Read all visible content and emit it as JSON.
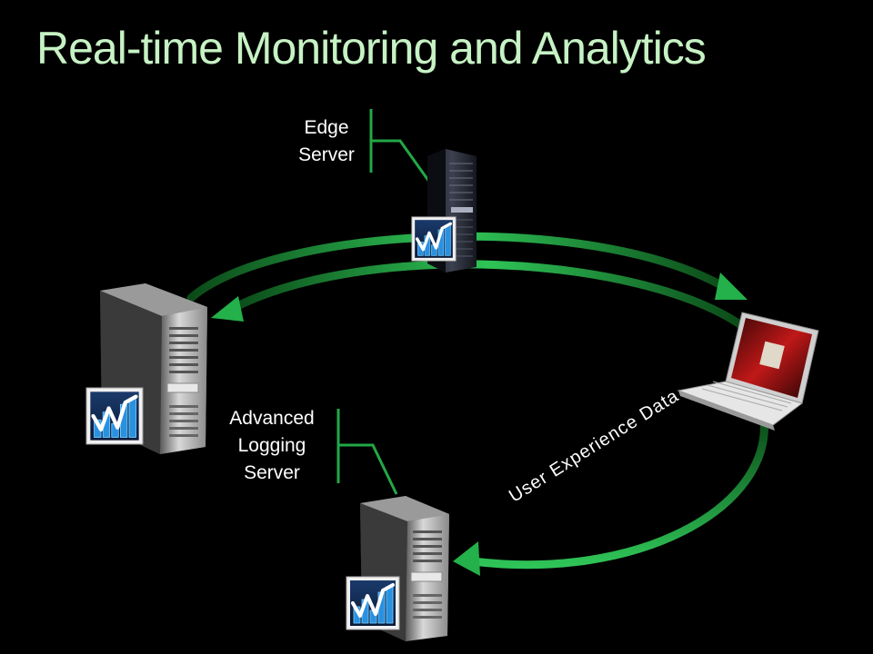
{
  "title": "Real-time Monitoring and Analytics",
  "colors": {
    "title": "#c6f2c4",
    "label": "#ffffff",
    "accent": "#22a846",
    "arrow_dark": "#0a5a1c",
    "background": "#000000"
  },
  "nodes": {
    "edge_server": {
      "label_lines": [
        "Edge",
        "Server"
      ],
      "icon": "rack-server-icon"
    },
    "origin_server": {
      "label_lines": [],
      "icon": "tower-server-icon"
    },
    "logging_server": {
      "label_lines": [
        "Advanced",
        "Logging",
        "Server"
      ],
      "icon": "tower-server-icon"
    },
    "client_laptop": {
      "label_lines": [],
      "icon": "laptop-icon"
    }
  },
  "badge_icon": "analytics-chart-badge-icon",
  "flows": {
    "user_experience": {
      "label": "User Experience Data"
    }
  }
}
